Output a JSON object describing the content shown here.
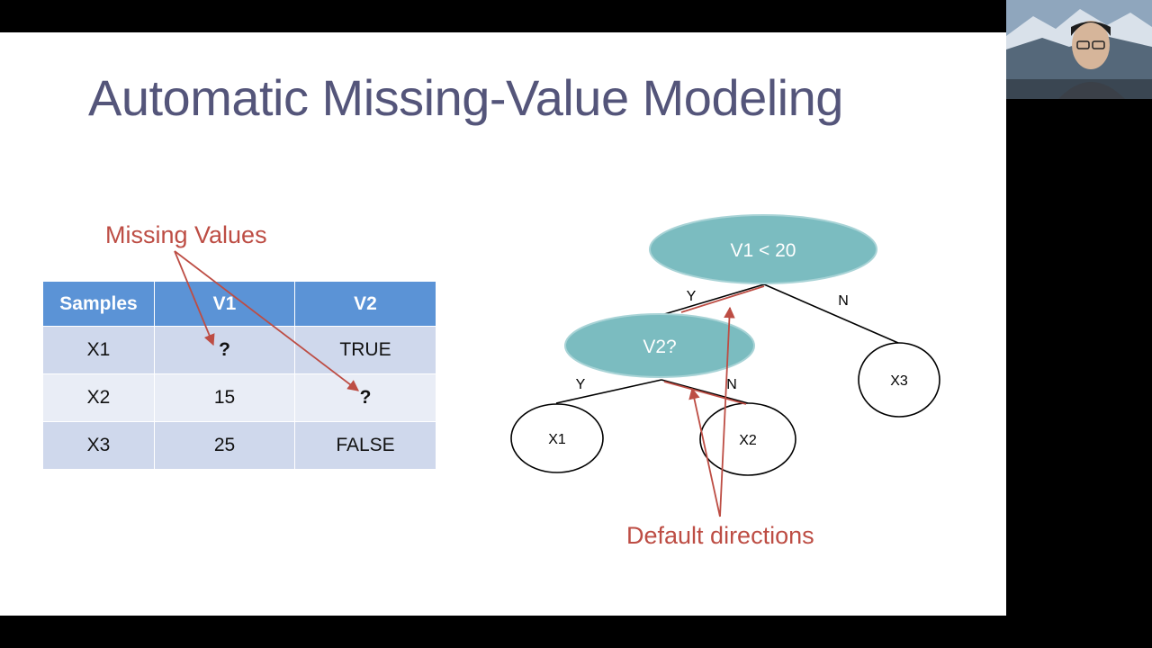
{
  "slide": {
    "title": "Automatic Missing-Value Modeling",
    "missing_values_label": "Missing Values",
    "default_directions_label": "Default directions"
  },
  "table": {
    "headers": [
      "Samples",
      "V1",
      "V2"
    ],
    "rows": [
      [
        "X1",
        "?",
        "TRUE"
      ],
      [
        "X2",
        "15",
        "?"
      ],
      [
        "X3",
        "25",
        "FALSE"
      ]
    ]
  },
  "tree": {
    "root": "V1 < 20",
    "left_child": "V2?",
    "root_edges": {
      "yes": "Y",
      "no": "N"
    },
    "child_edges": {
      "yes": "Y",
      "no": "N"
    },
    "leaves": [
      "X1",
      "X2",
      "X3"
    ]
  },
  "colors": {
    "title": "#54557a",
    "annotation": "#bd4d44",
    "table_header": "#5b93d6",
    "table_row_odd": "#cfd8ec",
    "table_row_even": "#e9edf6",
    "tree_node_fill": "#7bbcc0"
  },
  "webcam": {
    "icon": "presenter-video-icon"
  }
}
